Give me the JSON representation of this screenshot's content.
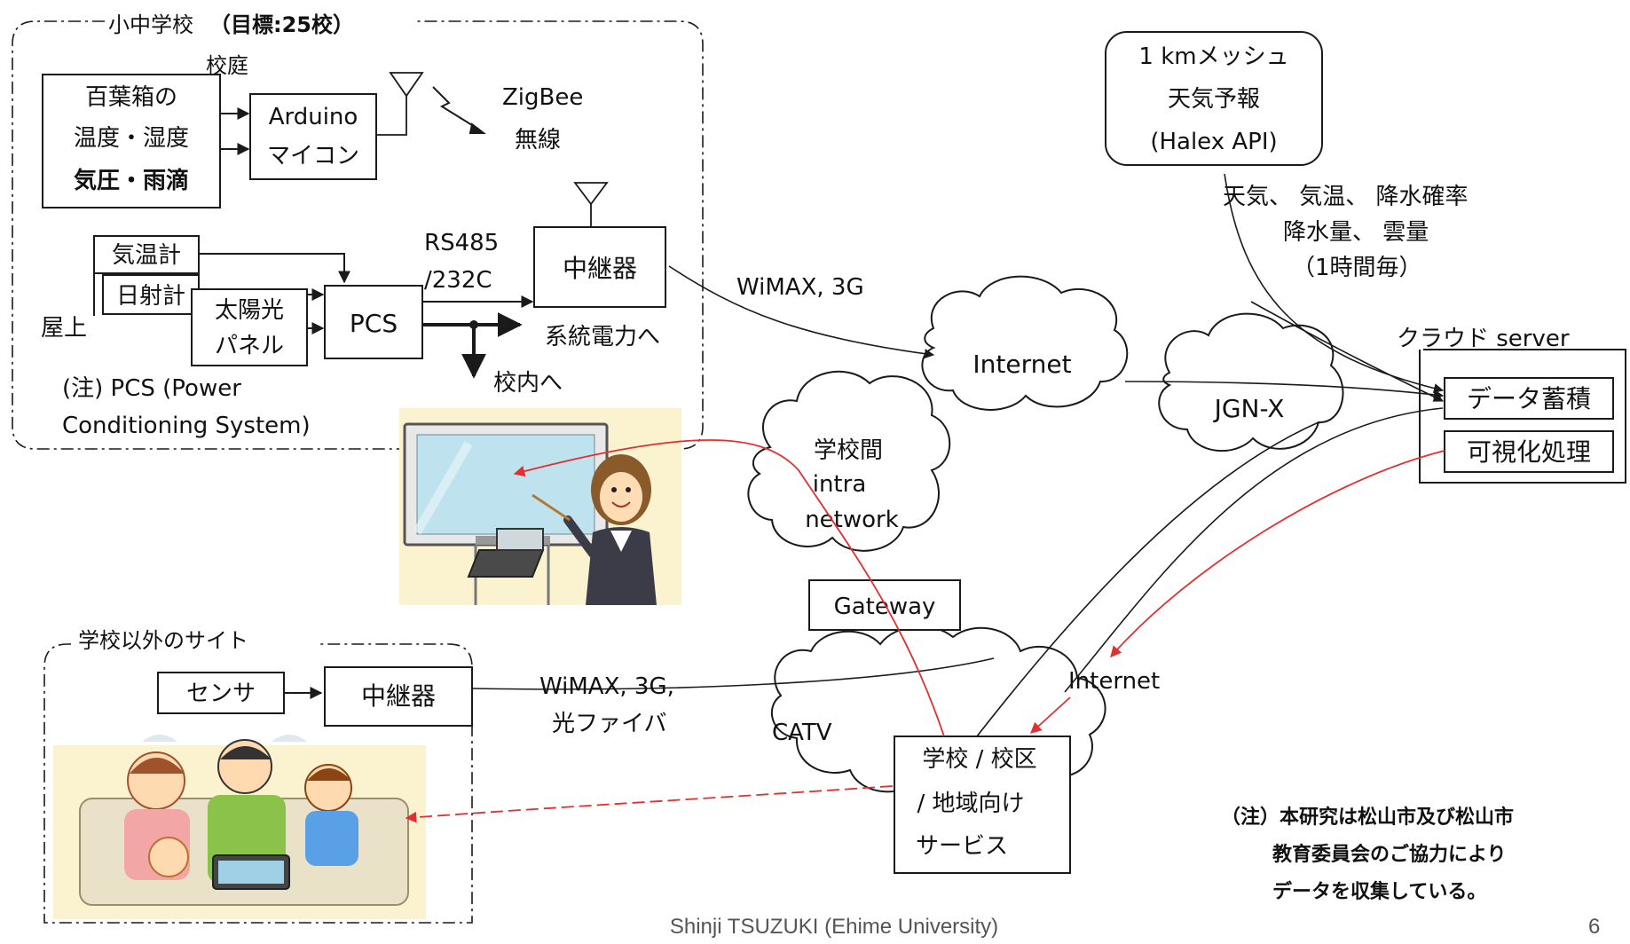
{
  "school_group": {
    "title": "小中学校",
    "target": "（目標:25校）",
    "schoolyard": "校庭",
    "sensor_box": [
      "百葉箱の",
      "温度・湿度",
      "気圧・雨滴"
    ],
    "arduino": [
      "Arduino",
      "マイコン"
    ],
    "zigbee": [
      "ZigBee",
      "無線"
    ],
    "rooftop": "屋上",
    "kionkei": "気温計",
    "nisshakei": "日射計",
    "solar_panel": [
      "太陽光",
      "パネル"
    ],
    "pcs": "PCS",
    "rs485": [
      "RS485",
      "/232C"
    ],
    "relay": "中継器",
    "grid": "系統電力へ",
    "to_school": "校内へ",
    "note": [
      "(注) PCS (Power",
      "Conditioning System)"
    ]
  },
  "weather_api": [
    "1 kmメッシュ",
    "天気予報",
    "(Halex API)"
  ],
  "weather_items": [
    "天気、 気温、 降水確率",
    "降水量、 雲量",
    "（1時間毎）"
  ],
  "wimax_3g": "WiMAX, 3G",
  "internet": "Internet",
  "jgn": "JGN-X",
  "cloud_server": {
    "label": "クラウド server",
    "store": "データ蓄積",
    "visualize": "可視化処理"
  },
  "intra_network": [
    "学校間",
    "intra",
    "network"
  ],
  "gateway": "Gateway",
  "other_sites": {
    "title": "学校以外のサイト",
    "sensor": "センサ",
    "relay": "中継器"
  },
  "wimax_fiber": [
    "WiMAX, 3G,",
    "光ファイバ"
  ],
  "catv": "CATV",
  "internet2": "Internet",
  "service": [
    "学校 / 校区",
    "/ 地域向け",
    "サービス"
  ],
  "research_note": [
    "（注）本研究は松山市及び松山市",
    "教育委員会のご協力により",
    "データを収集している。"
  ],
  "footer": "Shinji TSUZUKI (Ehime University)",
  "page_number": "6",
  "colors": {
    "line": "#1a1a1a",
    "red": "#e23030",
    "photo_bg": "#fbf3cf",
    "screen": "#bfe3ee"
  }
}
